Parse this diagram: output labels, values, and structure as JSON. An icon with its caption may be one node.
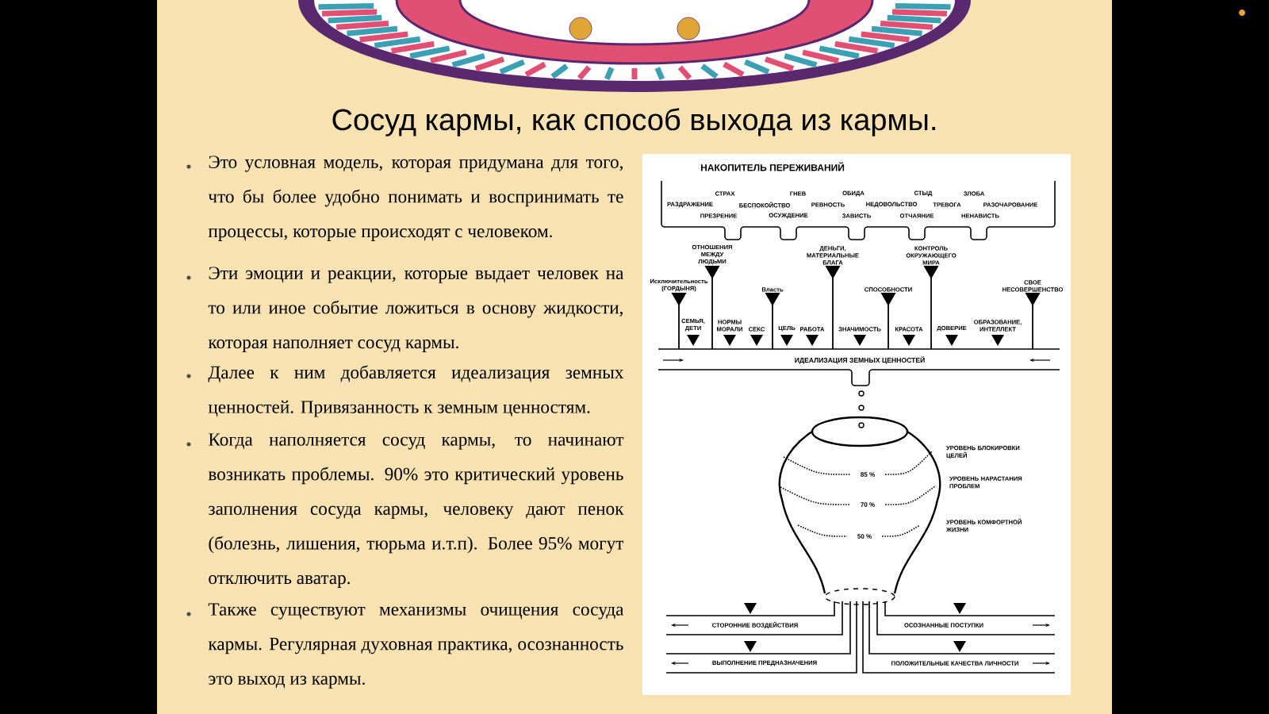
{
  "diagram": {
    "title": "Сосуд кармы, как способ выхода из кармы.",
    "labels": [
      "Это условная модель, которая придумана для того, что бы более удобно понимать и воспринимать те процессы, которые происходят с человеком.",
      "Эти эмоции и реакции, которые выдает человек на то или иное событие ложиться в основу жидкости, которая наполняет сосуд кармы.",
      "Далее к ним добавляется идеализация земных ценностей. Привязанность к земным ценностям.",
      "Когда наполняется сосуд кармы, то начинают возникать проблемы. 90% это критический уровень заполнения сосуда кармы, человеку дают пенок (болезнь, лишения, тюрьма и.т.п). Более 95% могут отключить аватар.",
      "Также существуют механизмы очищения сосуда кармы. Регулярная духовная практика, осознанность это выход из кармы.",
      "НАКОПИТЕЛЬ ПЕРЕЖИВАНИЙ",
      "СТРАХ",
      "ГНЕВ",
      "ОБИДА",
      "СТЫД",
      "ЗЛОБА",
      "РАЗДРАЖЕНИЕ",
      "БЕСПОКОЙСТВО",
      "РЕВНОСТЬ",
      "НЕДОВОЛЬСТВО",
      "ТРЕВОГА",
      "РАЗОЧАРОВАНИЕ",
      "ПРЕЗРЕНИЕ",
      "ОСУЖДЕНИЕ",
      "ЗАВИСТЬ",
      "ОТЧАЯНИЕ",
      "НЕНАВИСТЬ",
      "Исключительность (ГОРДЫНЯ)",
      "СЕМЬЯ, ДЕТИ",
      "ОТНОШЕНИЯ МЕЖДУ ЛЮДЬМИ",
      "НОРМЫ МОРАЛИ",
      "СЕКС",
      "Власть",
      "ЦЕЛЬ",
      "РАБОТА",
      "ДЕНЬГИ, МАТЕРИАЛЬНЫЕ БЛАГА",
      "ЗНАЧИМОСТЬ",
      "СПОСОБНОСТИ",
      "КРАСОТА",
      "КОНТРОЛЬ ОКРУЖАЮЩЕГО МИРА",
      "ДОВЕРИЕ",
      "ОБРАЗОВАНИЕ, ИНТЕЛЛЕКТ",
      "СВОЕ НЕСОВЕРШЕНСТВО",
      "ИДЕАЛИЗАЦИЯ ЗЕМНЫХ ЦЕННОСТЕЙ",
      "УРОВЕНЬ БЛОКИРОВКИ ЦЕЛЕЙ",
      "85 %",
      "УРОВЕНЬ НАРАСТАНИЯ ПРОБЛЕМ",
      "70 %",
      "УРОВЕНЬ КОМФОРТНОЙ ЖИЗНИ",
      "50 %",
      "СТОРОННИЕ ВОЗДЕЙСТВИЯ",
      "ОСОЗНАННЫЕ ПОСТУПКИ",
      "ВЫПОЛНЕНИЕ ПРЕДНАЗНАЧЕНИЯ",
      "ПОЛОЖИТЕЛЬНЫЕ КАЧЕСТВА ЛИЧНОСТИ"
    ]
  }
}
